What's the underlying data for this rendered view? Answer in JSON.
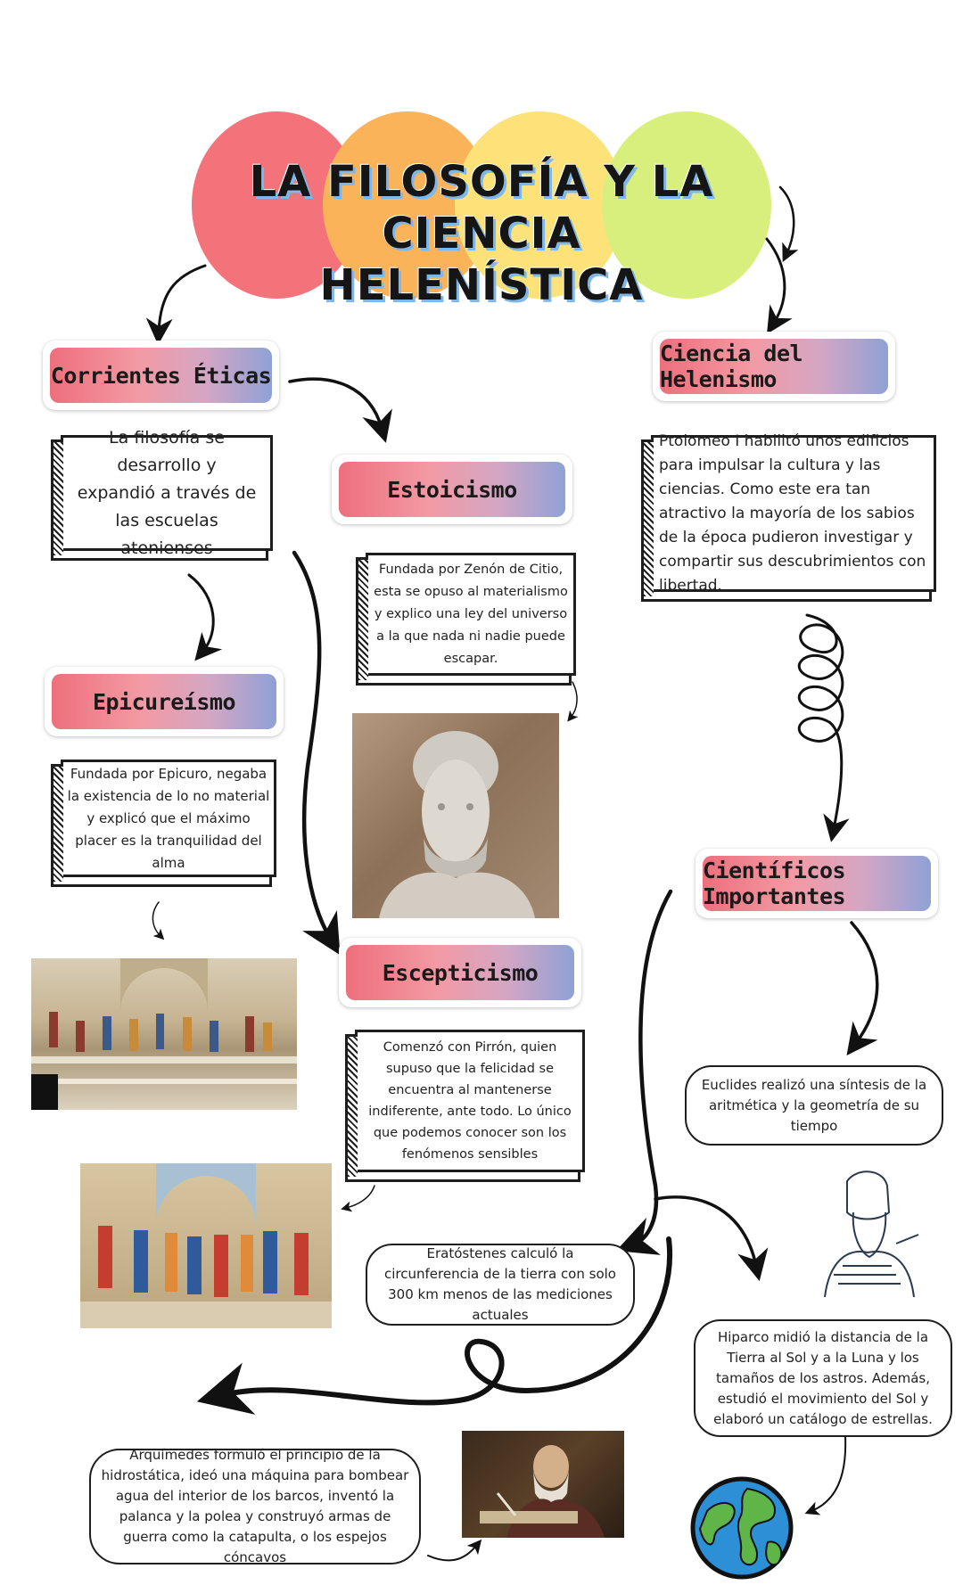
{
  "title": {
    "line1": "LA FILOSOFÍA Y LA CIENCIA",
    "line2": "HELENÍSTICA"
  },
  "colors": {
    "circle_red": "#f4727a",
    "circle_orange": "#fbb35a",
    "circle_yellow": "#fde27a",
    "circle_green": "#d9ef7d"
  },
  "headers": {
    "corrientes": "Corrientes Éticas",
    "ciencia": "Ciencia del Helenismo",
    "estoicismo": "Estoicismo",
    "epicureismo": "Epicureísmo",
    "escepticismo": "Escepticismo",
    "cientificos": "Científicos Importantes"
  },
  "boxes": {
    "corrientes": "La filosofía se desarrollo y expandió a través de las escuelas atenienses",
    "ciencia": "Ptolomeo I habilitó unos edificios para impulsar la cultura y las ciencias. Como este era tan atractivo la mayoría de los sabios de la época pudieron investigar y compartir sus descubrimientos con libertad.",
    "estoicismo": "Fundada por Zenón de Citio, esta se opuso al materialismo y explico una ley del universo a la que nada ni nadie puede escapar.",
    "epicureismo": "Fundada por Epicuro, negaba la existencia de lo no material y explicó que el máximo placer es la tranquilidad del alma",
    "escepticismo": "Comenzó con Pirrón, quien supuso que la felicidad se encuentra al mantenerse indiferente, ante todo. Lo único que podemos conocer son los fenómenos sensibles",
    "euclides": "Euclides realizó una síntesis de la aritmética y la geometría de su tiempo",
    "eratostenes": "Eratóstenes calculó la circunferencia de la tierra con solo 300 km menos de las mediciones actuales",
    "hiparco": "Hiparco midió la distancia de la Tierra al Sol y a la Luna y los tamaños de los astros. Además, estudió el movimiento del Sol y elaboró un catálogo de estrellas.",
    "arquimedes": "Arquímedes formuló el principio de la hidrostática, ideó una máquina para bombear agua del interior de los barcos, inventó la palanca y la polea y construyó armas de guerra como la catapulta, o los espejos cóncavos"
  }
}
